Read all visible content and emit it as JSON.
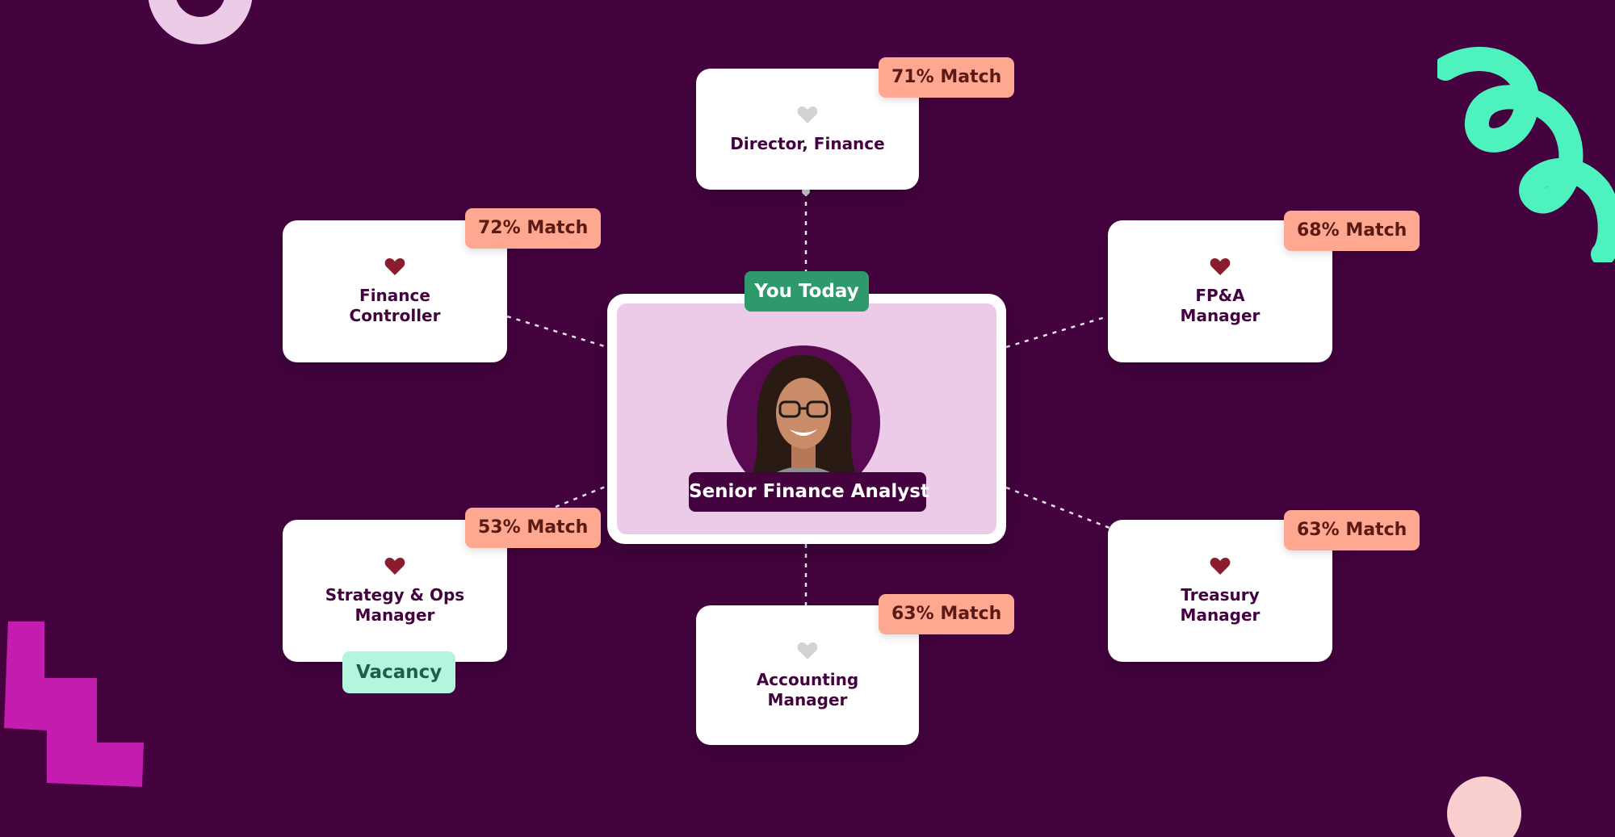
{
  "center": {
    "tag": "You Today",
    "role": "Senior Finance Analyst",
    "avatar_icon": "person-photo"
  },
  "roles": [
    {
      "id": "director-finance",
      "title": "Director, Finance",
      "match": "71% Match",
      "favorite": false
    },
    {
      "id": "finance-controller",
      "title": "Finance\nController",
      "match": "72% Match",
      "favorite": true
    },
    {
      "id": "fpa-manager",
      "title": "FP&A\nManager",
      "match": "68% Match",
      "favorite": true
    },
    {
      "id": "strategy-ops-manager",
      "title": "Strategy & Ops\nManager",
      "match": "53% Match",
      "favorite": true,
      "tag": "Vacancy"
    },
    {
      "id": "accounting-manager",
      "title": "Accounting\nManager",
      "match": "63% Match",
      "favorite": false
    },
    {
      "id": "treasury-manager",
      "title": "Treasury\nManager",
      "match": "63% Match",
      "favorite": true
    }
  ],
  "colors": {
    "background": "#44033F",
    "match_badge": "#FFA891",
    "you_today": "#2E9A6C",
    "vacancy": "#B4F5DD",
    "heart_active": "#8A1C2B",
    "heart_inactive": "#D2D2D2"
  }
}
